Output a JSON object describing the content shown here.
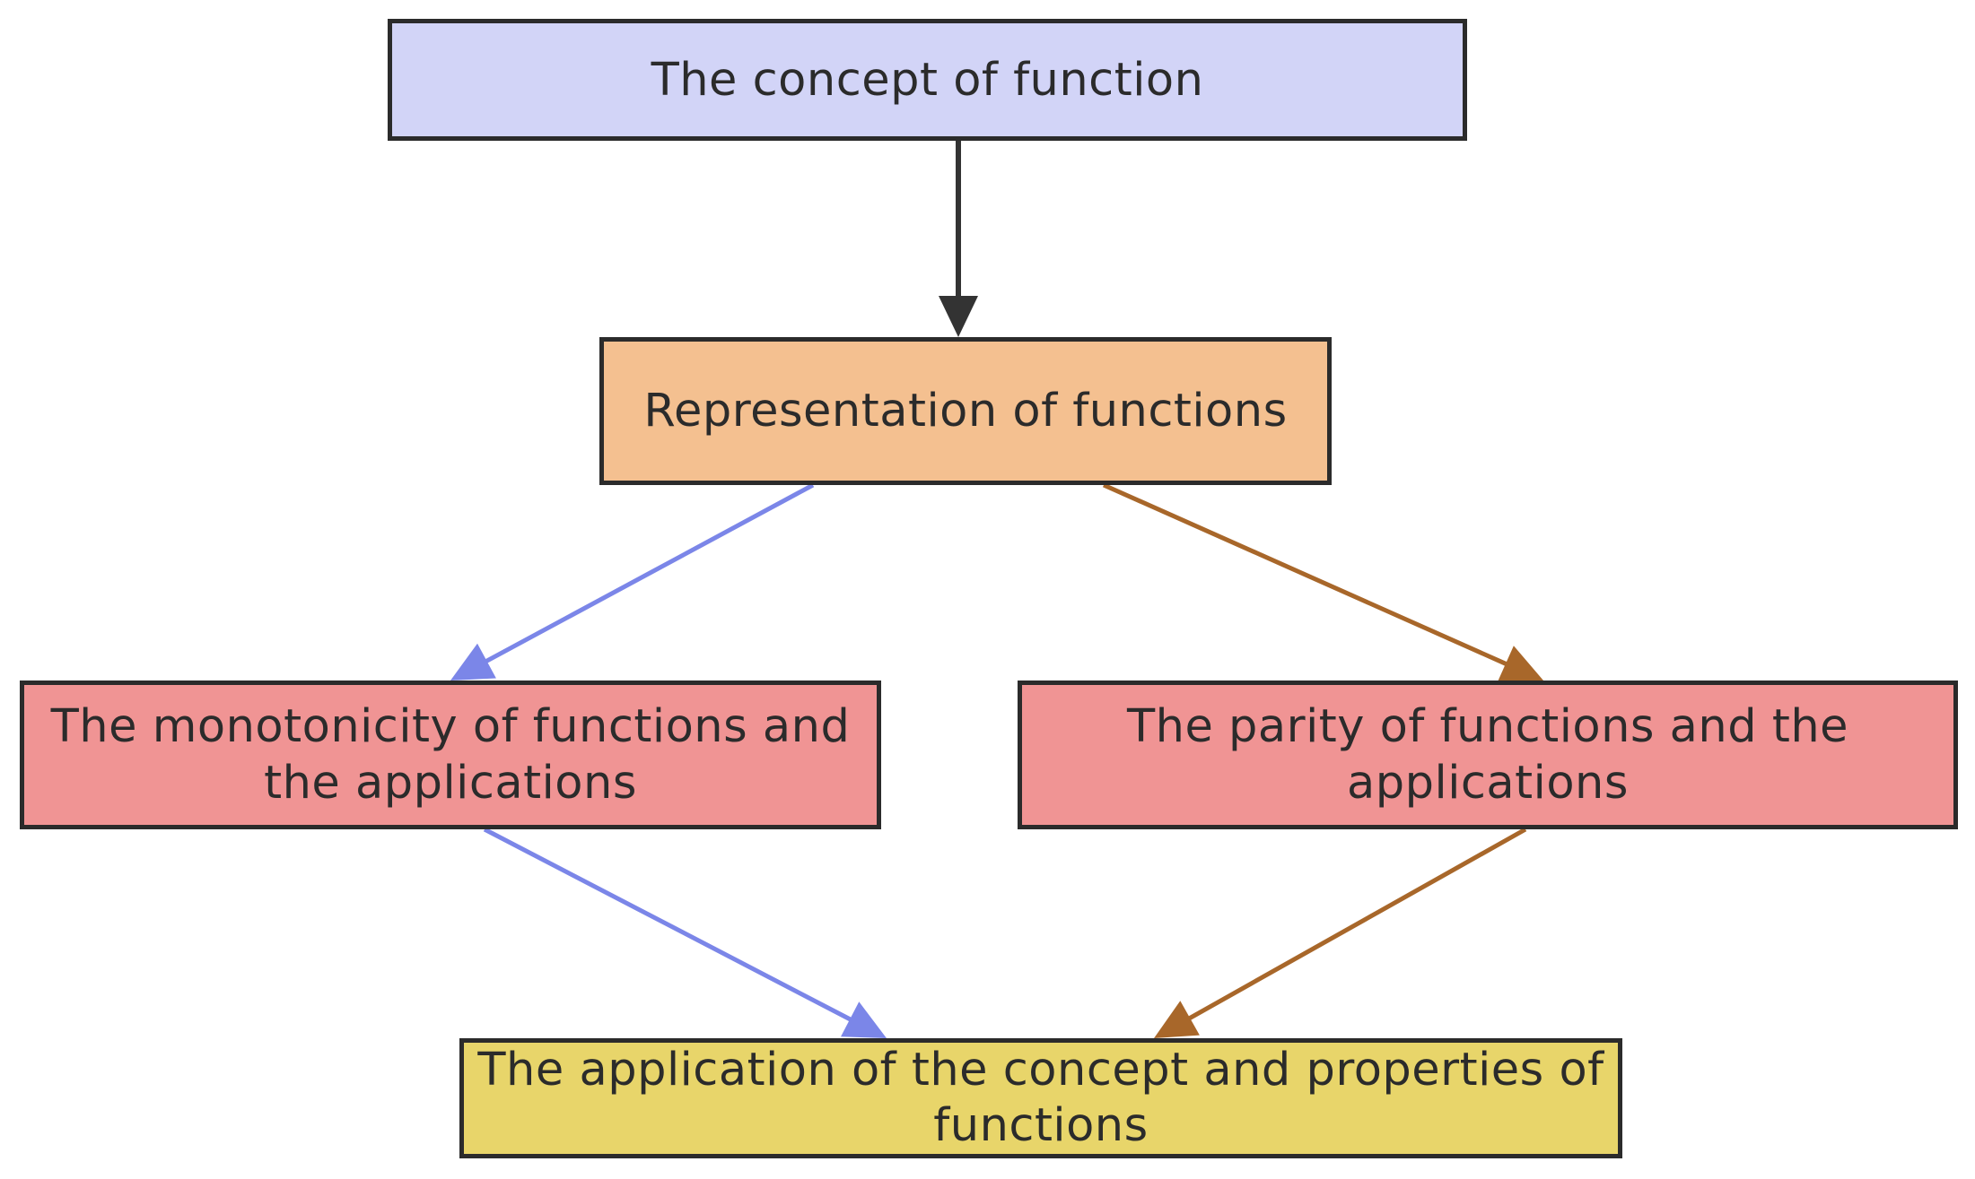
{
  "nodes": {
    "concept": {
      "label": "The concept of function",
      "fill": "#d2d4f7"
    },
    "representation": {
      "label": "Representation of functions",
      "fill": "#f4c090"
    },
    "monotonicity": {
      "label": "The monotonicity of functions and the applications",
      "fill": "#f09494"
    },
    "parity": {
      "label": "The parity of functions and the applications",
      "fill": "#f09494"
    },
    "application": {
      "label": "The application of the concept and properties of functions",
      "fill": "#e8d56a"
    }
  },
  "edges": [
    {
      "from": "concept",
      "to": "representation",
      "color": "#333333"
    },
    {
      "from": "representation",
      "to": "monotonicity",
      "color": "#7b86e8"
    },
    {
      "from": "representation",
      "to": "parity",
      "color": "#a8672a"
    },
    {
      "from": "monotonicity",
      "to": "application",
      "color": "#7b86e8"
    },
    {
      "from": "parity",
      "to": "application",
      "color": "#a8672a"
    }
  ],
  "colors": {
    "border": "#2b2b2b",
    "text": "#2b2b2b"
  }
}
